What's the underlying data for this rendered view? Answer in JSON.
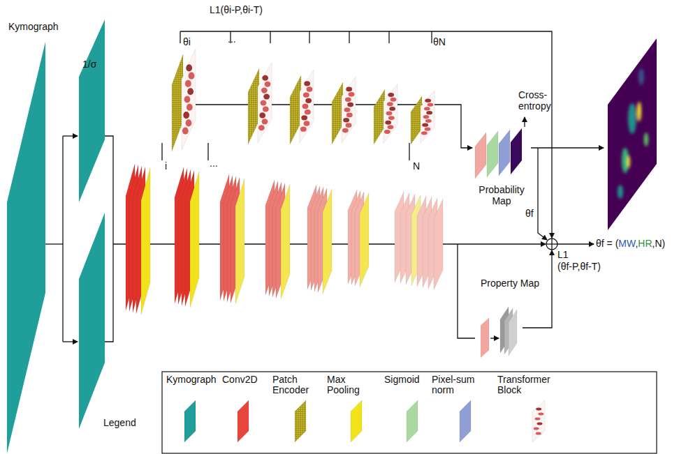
{
  "diagram": {
    "nodes": [
      {
        "text": [
          "Kymograph"
        ]
      },
      {
        "text": [
          "Probability Map"
        ]
      },
      {
        "text": [
          "Property Map"
        ]
      },
      {
        "text": [
          "Cross-entropy"
        ]
      }
    ],
    "edges": [
      {
        "from": 1,
        "to": 3,
        "arrow": "to"
      }
    ],
    "labels": [
      "L1(θi-P,θi-T)",
      "θi",
      "...",
      "θN",
      "1/σ",
      "i",
      "...",
      "N",
      "θf",
      "L1",
      "(θf-P,θf-T)",
      "θf = (",
      "MW",
      ",",
      "HR",
      ",N)",
      "Legend"
    ],
    "legend": [
      {
        "text": "Kymograph",
        "color": "#1f9e9a"
      },
      {
        "text": "Conv2D",
        "color": "#e8463c"
      },
      {
        "text": "Patch Encoder"
      },
      {
        "text": "Max Pooling",
        "color": "#f2e21c"
      },
      {
        "text": "Sigmoid",
        "color": "#a9d9a0"
      },
      {
        "text": "Pixel-sum norm",
        "color": "#8f9fd6"
      },
      {
        "text": "Transformer Block"
      }
    ]
  }
}
